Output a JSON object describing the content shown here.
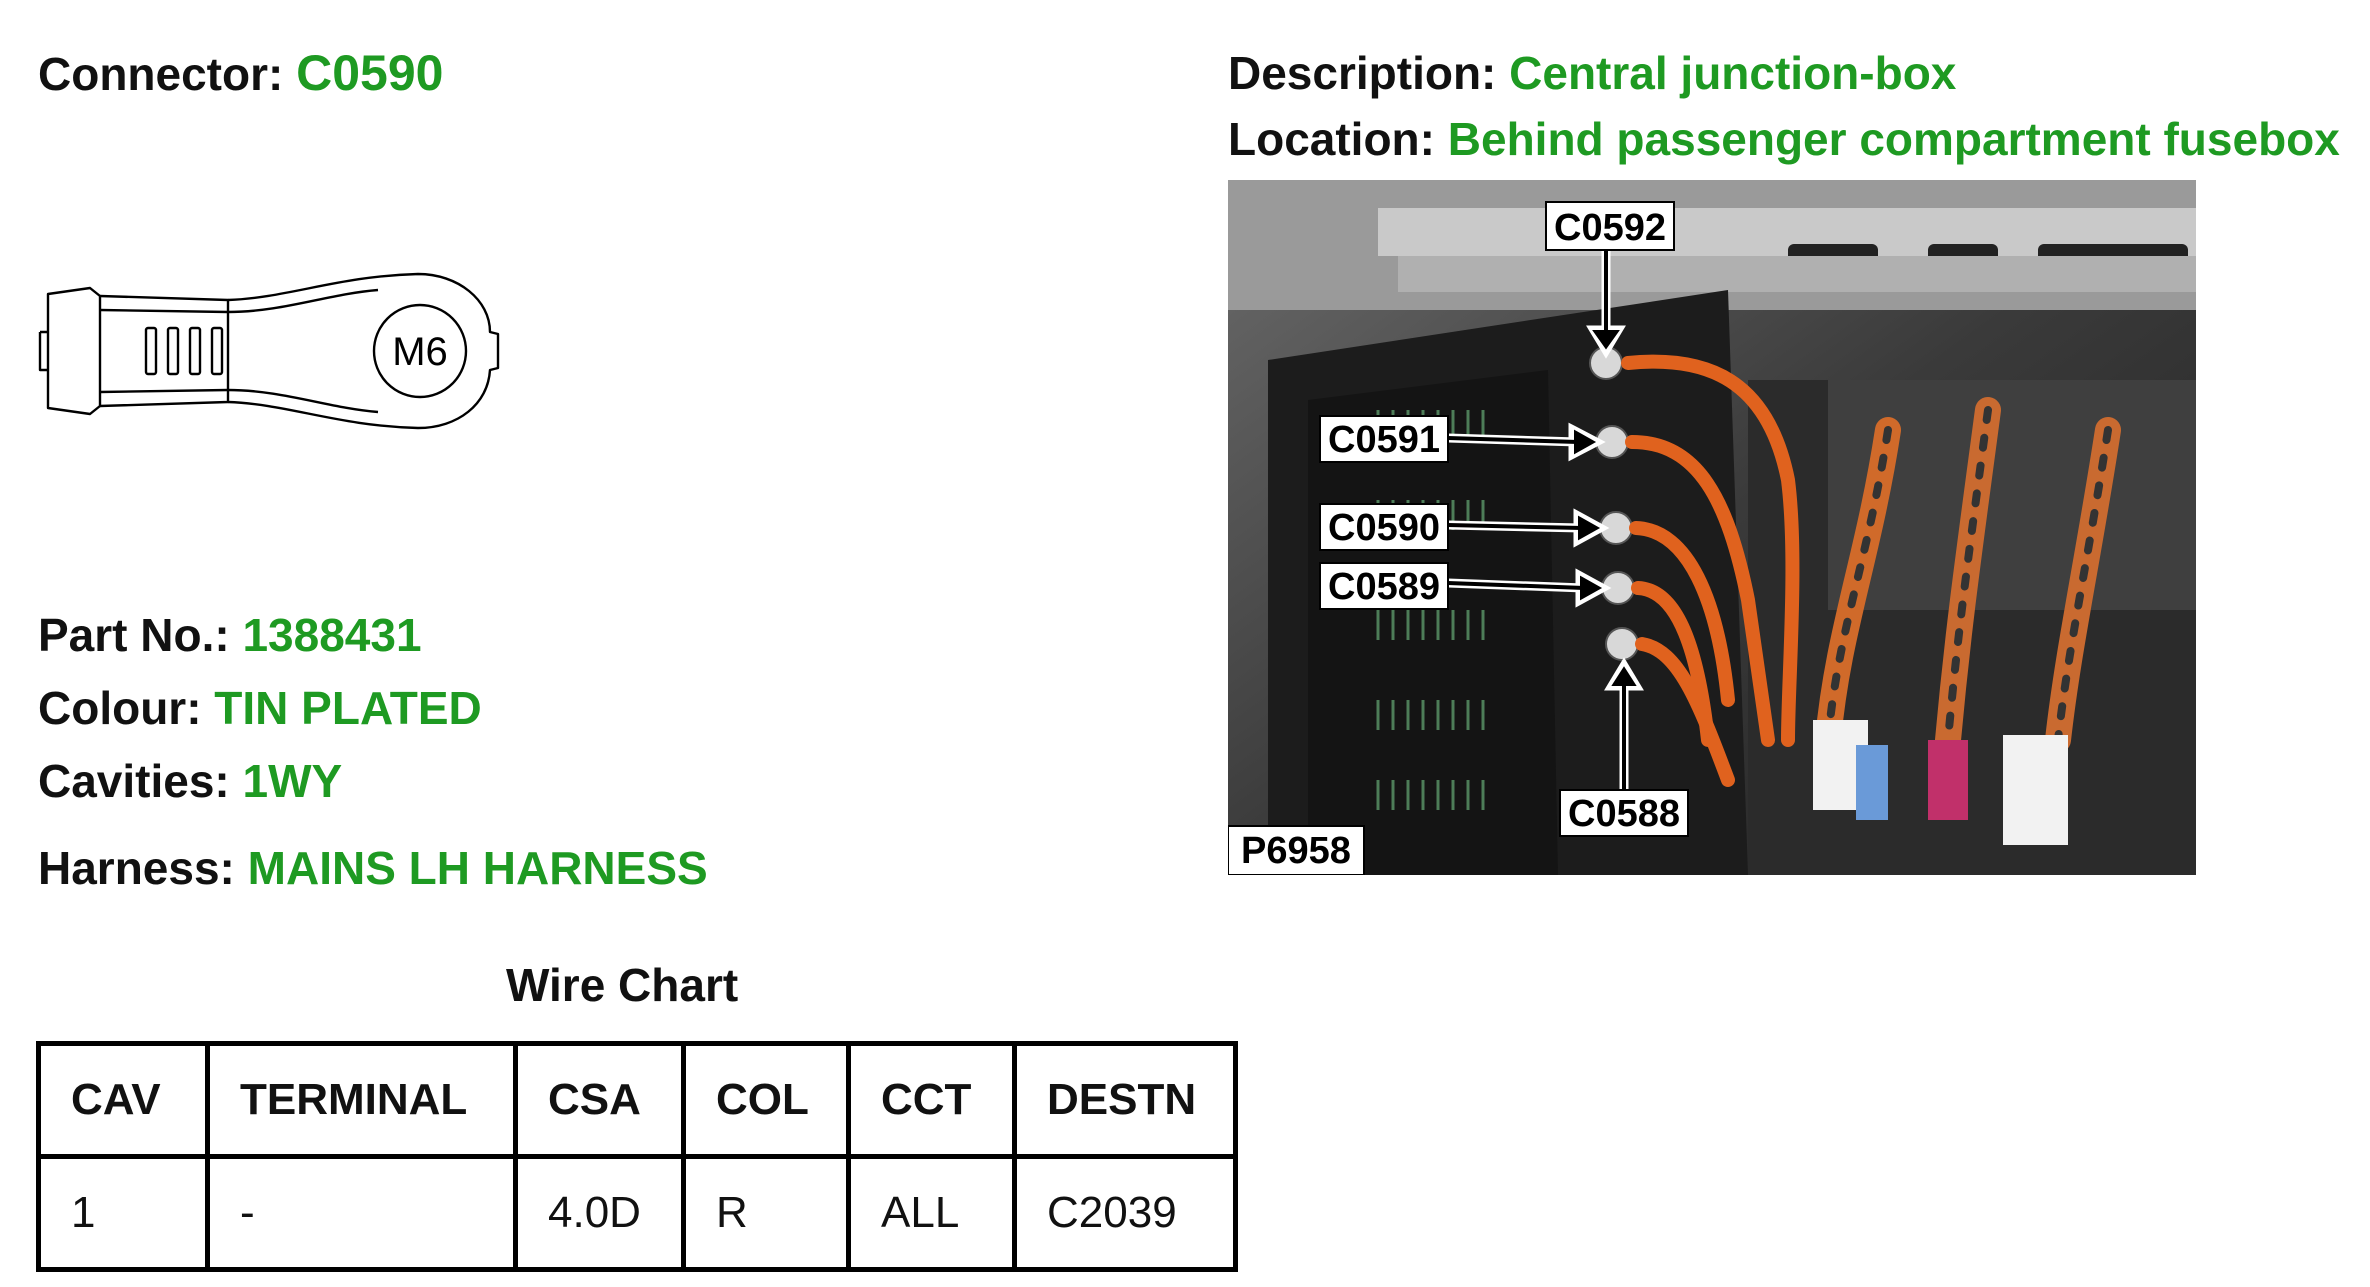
{
  "connector": {
    "label": "Connector:",
    "value": "C0590"
  },
  "description": {
    "label": "Description:",
    "value": "Central junction-box"
  },
  "location": {
    "label": "Location:",
    "value": "Behind passenger compartment fusebox"
  },
  "terminal_drawing": {
    "stud_label": "M6"
  },
  "part_no": {
    "label": "Part No.:",
    "value": "1388431"
  },
  "colour": {
    "label": "Colour:",
    "value": "TIN PLATED"
  },
  "cavities": {
    "label": "Cavities:",
    "value": "1WY"
  },
  "harness": {
    "label": "Harness:",
    "value": "MAINS LH HARNESS"
  },
  "wire_chart": {
    "title": "Wire Chart",
    "headers": [
      "CAV",
      "TERMINAL",
      "CSA",
      "COL",
      "CCT",
      "DESTN"
    ],
    "rows": [
      [
        "1",
        "-",
        "4.0D",
        "R",
        "ALL",
        "C2039"
      ]
    ]
  },
  "photo": {
    "callouts": [
      "C0592",
      "C0591",
      "C0590",
      "C0589",
      "C0588"
    ],
    "ref": "P6958"
  }
}
